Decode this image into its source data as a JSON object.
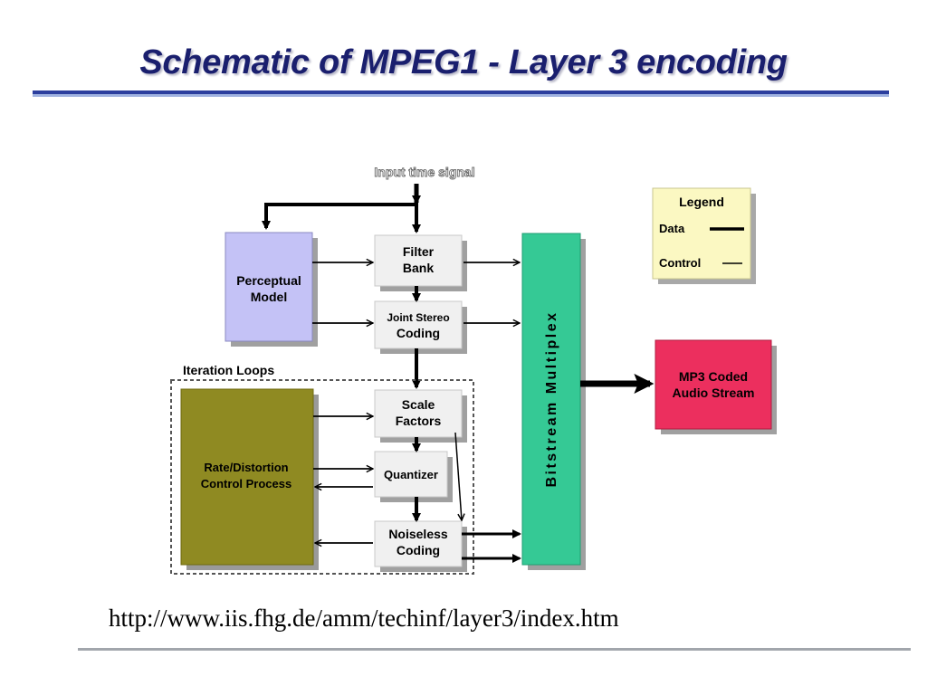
{
  "slide": {
    "title": "Schematic of MPEG1 - Layer 3 encoding",
    "source_url": "http://www.iis.fhg.de/amm/techinf/layer3/index.htm"
  },
  "diagram": {
    "input_label": "Input time signal",
    "perceptual_model": {
      "line1": "Perceptual",
      "line2": "Model"
    },
    "filter_bank": {
      "line1": "Filter",
      "line2": "Bank"
    },
    "joint_stereo": {
      "line1": "Joint Stereo",
      "line2": "Coding"
    },
    "iteration_loops_label": "Iteration Loops",
    "rate_distortion": {
      "line1": "Rate/Distortion",
      "line2": "Control Process"
    },
    "scale_factors": {
      "line1": "Scale",
      "line2": "Factors"
    },
    "quantizer": "Quantizer",
    "noiseless_coding": {
      "line1": "Noiseless",
      "line2": "Coding"
    },
    "bitstream_multiplex": "Bitstream Multiplex",
    "mp3_output": {
      "line1": "MP3 Coded",
      "line2": "Audio Stream"
    },
    "legend": {
      "title": "Legend",
      "data": "Data",
      "control": "Control"
    }
  },
  "colors": {
    "title": "#1a1f6e",
    "perceptual_model": "#c4c2f6",
    "rate_distortion": "#8f8a22",
    "bitstream": "#35c995",
    "mp3_output": "#ec2f5e",
    "legend_bg": "#fbf8c2",
    "block_bg": "#f0f0f0"
  }
}
